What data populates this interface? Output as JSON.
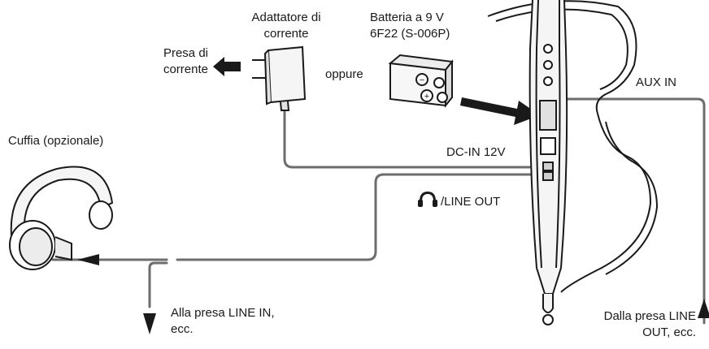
{
  "labels": {
    "adapter": [
      "Adattatore di",
      "corrente"
    ],
    "battery": [
      "Batteria a 9 V",
      "6F22 (S-006P)"
    ],
    "outlet": [
      "Presa di",
      "corrente"
    ],
    "or": "oppure",
    "aux_in": "AUX IN",
    "headphones": "Cuffia (opzionale)",
    "dc_in": "DC-IN 12V",
    "line_out": "/LINE OUT",
    "to_line_in": [
      "Alla presa LINE IN,",
      "ecc."
    ],
    "from_line_out": [
      "Dalla presa LINE",
      "OUT, ecc."
    ]
  },
  "icons": {
    "headphone_symbol": "headphone-icon",
    "battery_terminals": [
      "+",
      "−"
    ]
  },
  "colors": {
    "line": "#1a1a1a",
    "cable": "#6d6d6d",
    "device_fill": "#f5f5f5"
  }
}
